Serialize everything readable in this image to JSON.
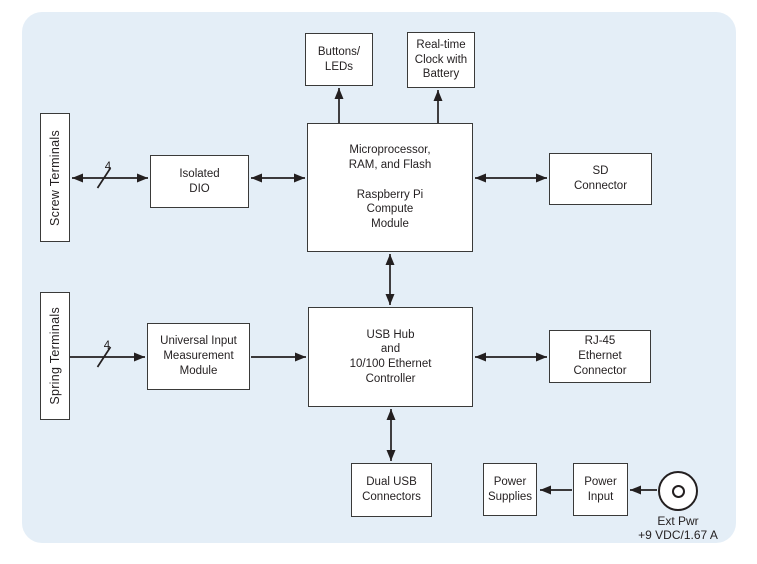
{
  "diagram_type": "hardware-block-diagram",
  "colors": {
    "panel_background": "#e4eef7",
    "box_background": "#ffffff",
    "box_border": "#3a3a39",
    "line_and_text": "#231f20"
  },
  "nodes": {
    "screw_terminals": "Screw Terminals",
    "spring_terminals": "Spring Terminals",
    "isolated_dio": "Isolated\nDIO",
    "universal_input": "Universal Input\nMeasurement\nModule",
    "microprocessor": "Microprocessor,\nRAM, and Flash\n\nRaspberry Pi\nCompute\nModule",
    "usb_hub": "USB Hub\nand\n10/100 Ethernet\nController",
    "buttons_leds": "Buttons/\nLEDs",
    "realtime_clock": "Real-time\nClock with\nBattery",
    "sd_connector": "SD\nConnector",
    "rj45_connector": "RJ-45\nEthernet\nConnector",
    "dual_usb": "Dual USB\nConnectors",
    "power_supplies": "Power\nSupplies",
    "power_input": "Power\nInput"
  },
  "annotations": {
    "bus_width_screw": "4",
    "bus_width_spring": "4",
    "ext_pwr_line1": "Ext Pwr",
    "ext_pwr_line2": "+9 VDC/1.67 A"
  }
}
